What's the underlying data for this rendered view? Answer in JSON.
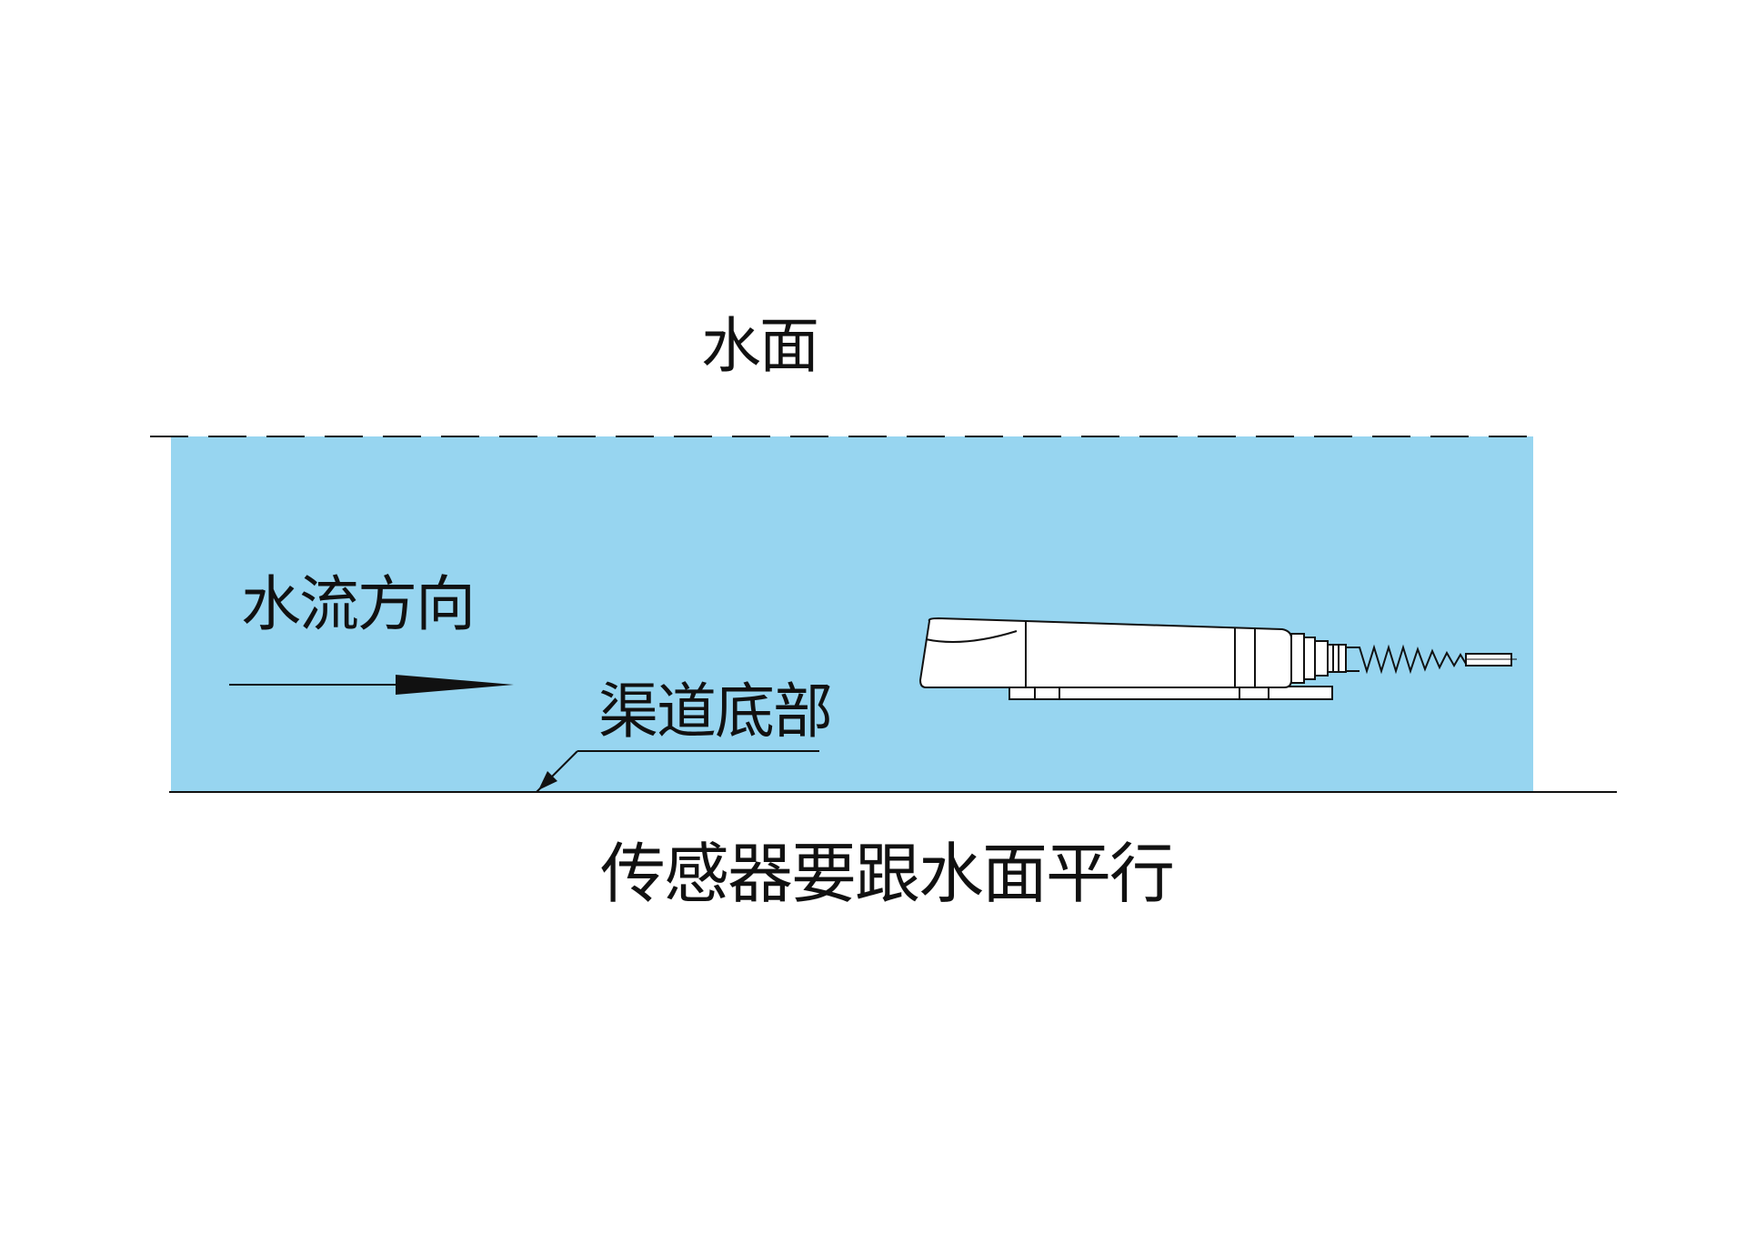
{
  "diagram": {
    "labels": {
      "water_surface": "水面",
      "flow_direction": "水流方向",
      "channel_bottom": "渠道底部",
      "instruction": "传感器要跟水面平行"
    },
    "colors": {
      "water": "#97d5f0",
      "line": "#111111",
      "sensor_body": "#ffffff",
      "background": "#ffffff"
    },
    "icons": {
      "flow_arrow": "arrow-right-icon",
      "leader_arrow": "arrow-down-left-icon",
      "sensor": "sensor-icon"
    }
  }
}
